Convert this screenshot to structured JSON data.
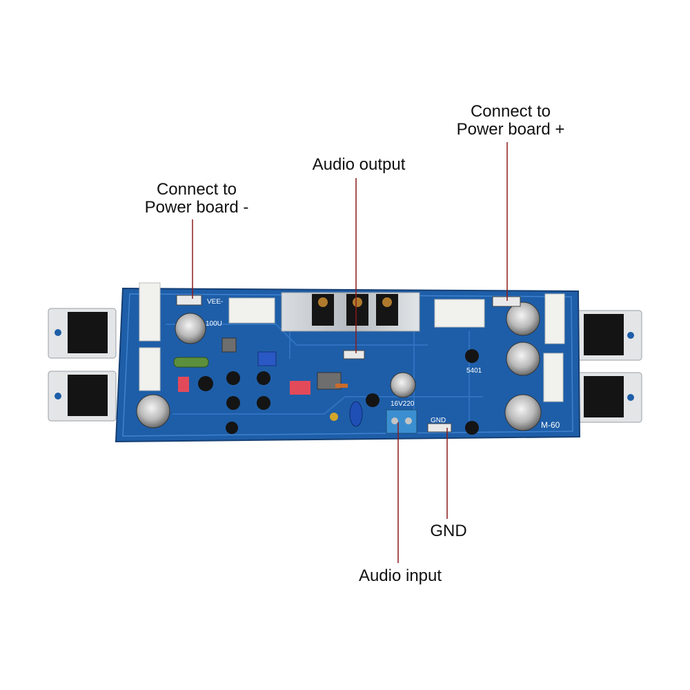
{
  "labels": {
    "power_minus": [
      "Connect to",
      "Power board -"
    ],
    "audio_output": "Audio output",
    "power_plus": [
      "Connect to",
      "Power board +"
    ],
    "gnd": "GND",
    "audio_input": "Audio input"
  },
  "silkscreen": {
    "vee": "VEE-",
    "cap_main": "100U",
    "gnd": "GND",
    "cap_16v": "16V220",
    "model": "M-60",
    "q5401": "5401"
  },
  "colors": {
    "board": "#1e5ea8",
    "leader_line": "#8b1a1a",
    "heatsink": "#c8ccd0"
  }
}
